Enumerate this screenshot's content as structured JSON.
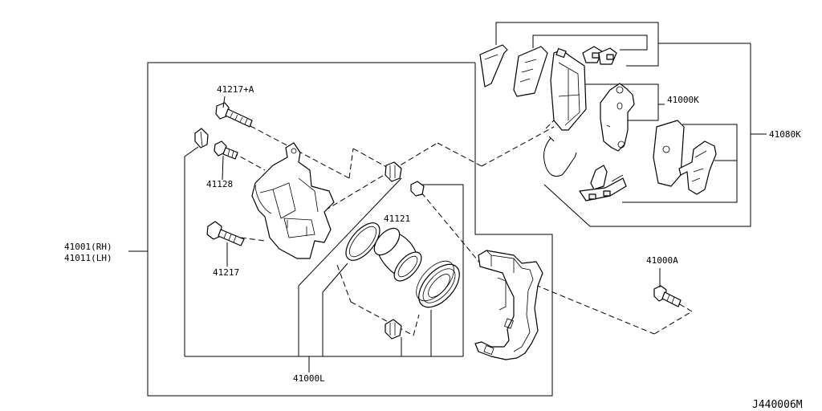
{
  "labels": {
    "bolt_a": "41217+A",
    "screw": "41128",
    "bolt": "41217",
    "caliper_rh": "41001(RH)",
    "caliper_lh": "41011(LH)",
    "piston": "41121",
    "kit_l": "41000L",
    "pad_kit_k": "41000K",
    "pad_set": "41080K",
    "mount_bolt": "41000A"
  },
  "diagram_code": "J440006M"
}
